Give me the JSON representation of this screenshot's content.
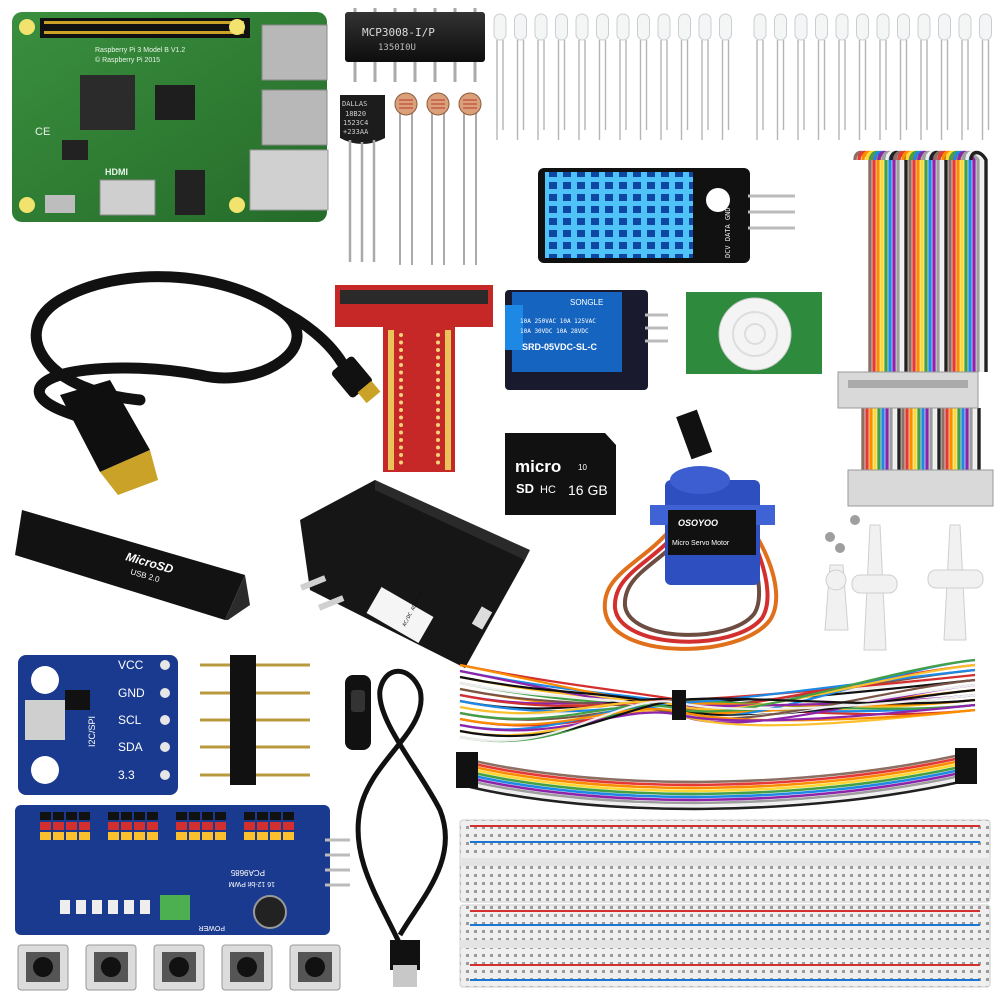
{
  "items": {
    "raspberry_pi": {
      "board_text": "Raspberry Pi 3 Model B V1.2",
      "copyright": "© Raspberry Pi 2015",
      "hdmi": "HDMI",
      "ce": "CE"
    },
    "adc_chip": {
      "part": "MCP3008-I/P",
      "code": "1350I0U"
    },
    "temp_sensor": {
      "brand": "DALLAS",
      "part": "18B20",
      "code": "1523C4",
      "code2": "+233AA"
    },
    "dht_module": {
      "label": "DCV DATA GND"
    },
    "relay_module": {
      "brand": "SONGLE",
      "rating1": "10A 250VAC  10A 125VAC",
      "rating2": "10A 30VDC   10A 28VDC",
      "model": "SRD-05VDC-SL-C"
    },
    "sd_card": {
      "brand": "micro",
      "sd": "SD",
      "hc": "HC",
      "class": "10",
      "capacity": "16 GB"
    },
    "sd_reader": {
      "label": "MicroSD",
      "usb": "USB 2.0"
    },
    "power_adapter": {
      "label": "AC/DC ADAPTER"
    },
    "servo": {
      "brand": "OSOYOO",
      "label": "Micro Servo Motor"
    },
    "i2c_module": {
      "pins": [
        "VCC",
        "GND",
        "SCL",
        "SDA",
        "3.3"
      ],
      "name": "I2C/SPI"
    },
    "pwm_driver": {
      "model": "PCA9685",
      "desc": "16 12-bit PWM",
      "power": "POWER"
    },
    "colors": {
      "pi_green": "#2e7d32",
      "breakout_red": "#c62828",
      "relay_blue": "#1565c0",
      "dht_blue": "#4fc3f7",
      "pcb_blue": "#1a3a8f",
      "black": "#151515",
      "servo_blue": "#2d4fbf"
    },
    "icons": [
      "gpio-header-icon",
      "usb-port-icon",
      "hdmi-plug-icon",
      "switch-icon",
      "pushbutton-icon"
    ]
  }
}
